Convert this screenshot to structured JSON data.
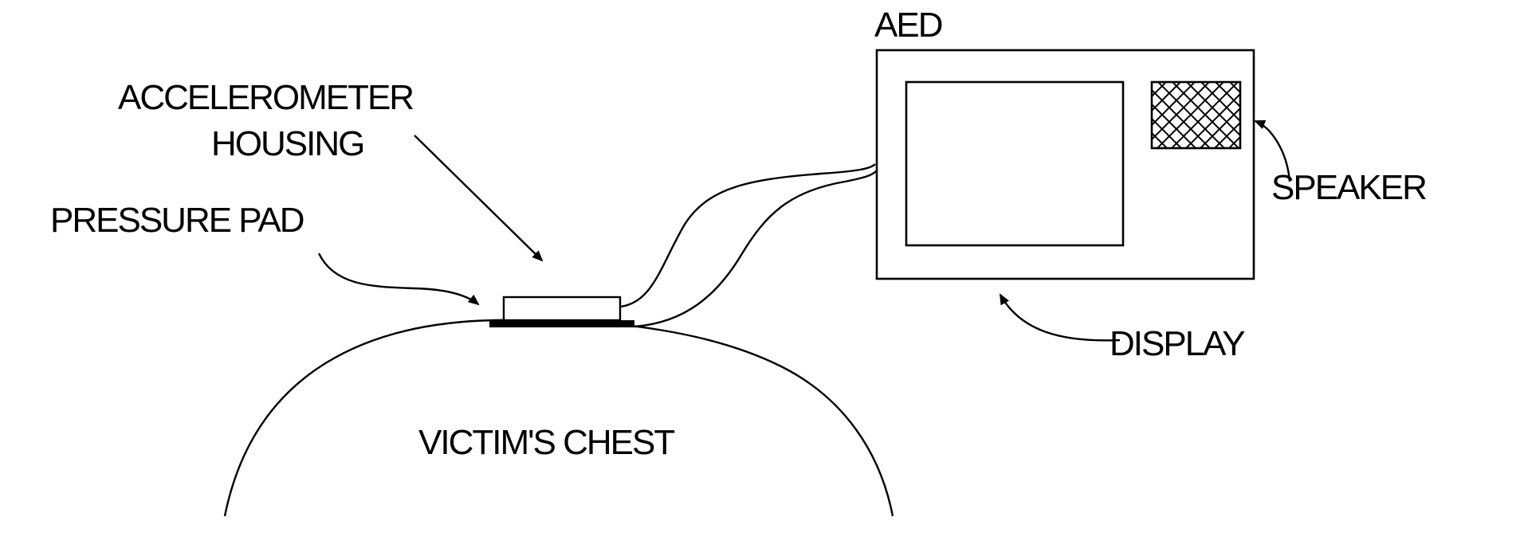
{
  "labels": {
    "aed": "AED",
    "accelerometer_line1": "ACCELEROMETER",
    "accelerometer_line2": "HOUSING",
    "pressure_pad": "PRESSURE PAD",
    "speaker": "SPEAKER",
    "display": "DISPLAY",
    "victims_chest": "VICTIM'S CHEST"
  },
  "colors": {
    "ink": "#000000",
    "background": "#ffffff"
  }
}
